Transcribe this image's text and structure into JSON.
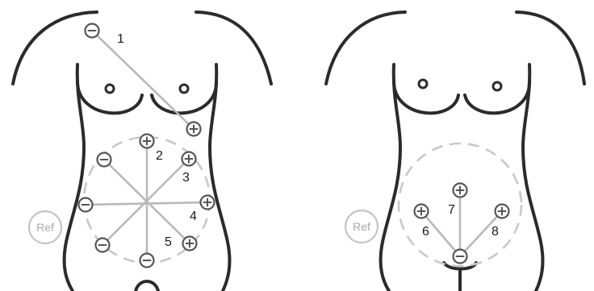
{
  "figure": {
    "left_torso": {
      "reference_label": "Ref",
      "lead_labels": [
        "1",
        "2",
        "3",
        "4",
        "5"
      ]
    },
    "right_torso": {
      "reference_label": "Ref",
      "lead_labels": [
        "6",
        "7",
        "8"
      ]
    },
    "colors": {
      "outline": "#2b2b2b",
      "wire": "#b9b9b9",
      "electrode": "#555555",
      "reference": "#c4c4c4"
    },
    "electrode_symbols": {
      "positive": "plus-in-circle",
      "negative": "minus-in-circle"
    }
  }
}
